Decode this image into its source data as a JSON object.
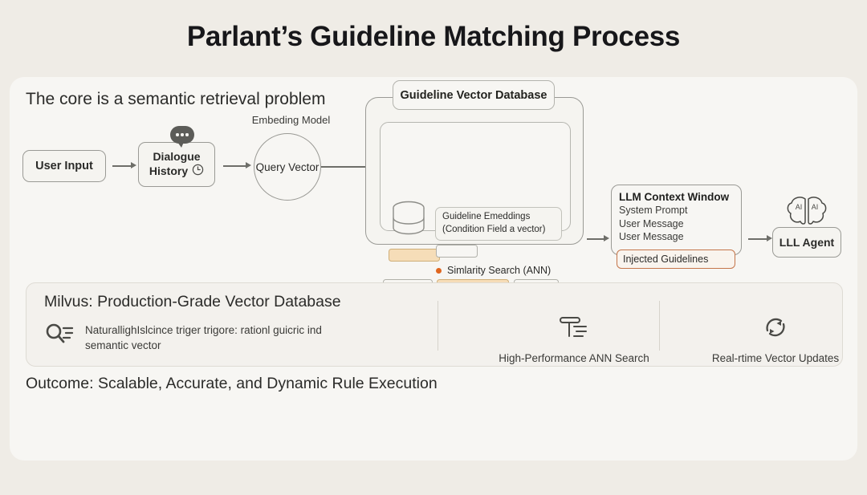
{
  "page": {
    "title": "Parlant’s Guideline Matching Process",
    "bg_color": "#efece6",
    "card_color": "#f7f6f3"
  },
  "card": {
    "subtitle": "The core is a semantic retrieval problem"
  },
  "flow": {
    "user_input": "User Input",
    "dialogue_history_line1": "Dialogue",
    "dialogue_history_line2": "History",
    "chat_icon": "chat-bubble-icon",
    "clock_icon": "clock-icon",
    "embedding_model_label": "Embeding Model",
    "query_vector": "Query Vector"
  },
  "vector_db": {
    "badge": "Guideline Vector Database",
    "db_icon": "database-cylinder-icon",
    "embeddings_line1": "Guideline Emeddings",
    "embeddings_line2": "(Condition Field a vector)",
    "similarity_label": "Simlarity Search (ANN)",
    "similarity_dot_color": "#e0661f",
    "bar_orange_color": "#f6ddb8",
    "bar_green_color": "#b8e3cd"
  },
  "llm": {
    "title": "LLM Context Window",
    "lines": [
      "System Prompt",
      "User Message",
      "User Message"
    ],
    "injected": "Injected Guidelines",
    "injected_border_color": "#c4754a",
    "agent_label": "LLL Agent",
    "brain_icon": "brain-ai-icon",
    "brain_text": "AI"
  },
  "milvus": {
    "title": "Milvus: Production-Grade Vector Database",
    "feature_a": {
      "icon": "search-list-icon",
      "text": "NaturallighIslcince triger trigore: rationl guicric ind semantic vector"
    },
    "feature_b": {
      "icon": "filter-ann-icon",
      "label": "High-Performance ANN Search"
    },
    "feature_c": {
      "icon": "refresh-cycle-icon",
      "label": "Real-rtime Vector Updates"
    }
  },
  "outcome": {
    "text": "Outcome: Scalable, Accurate, and Dynamic Rule Execution"
  }
}
